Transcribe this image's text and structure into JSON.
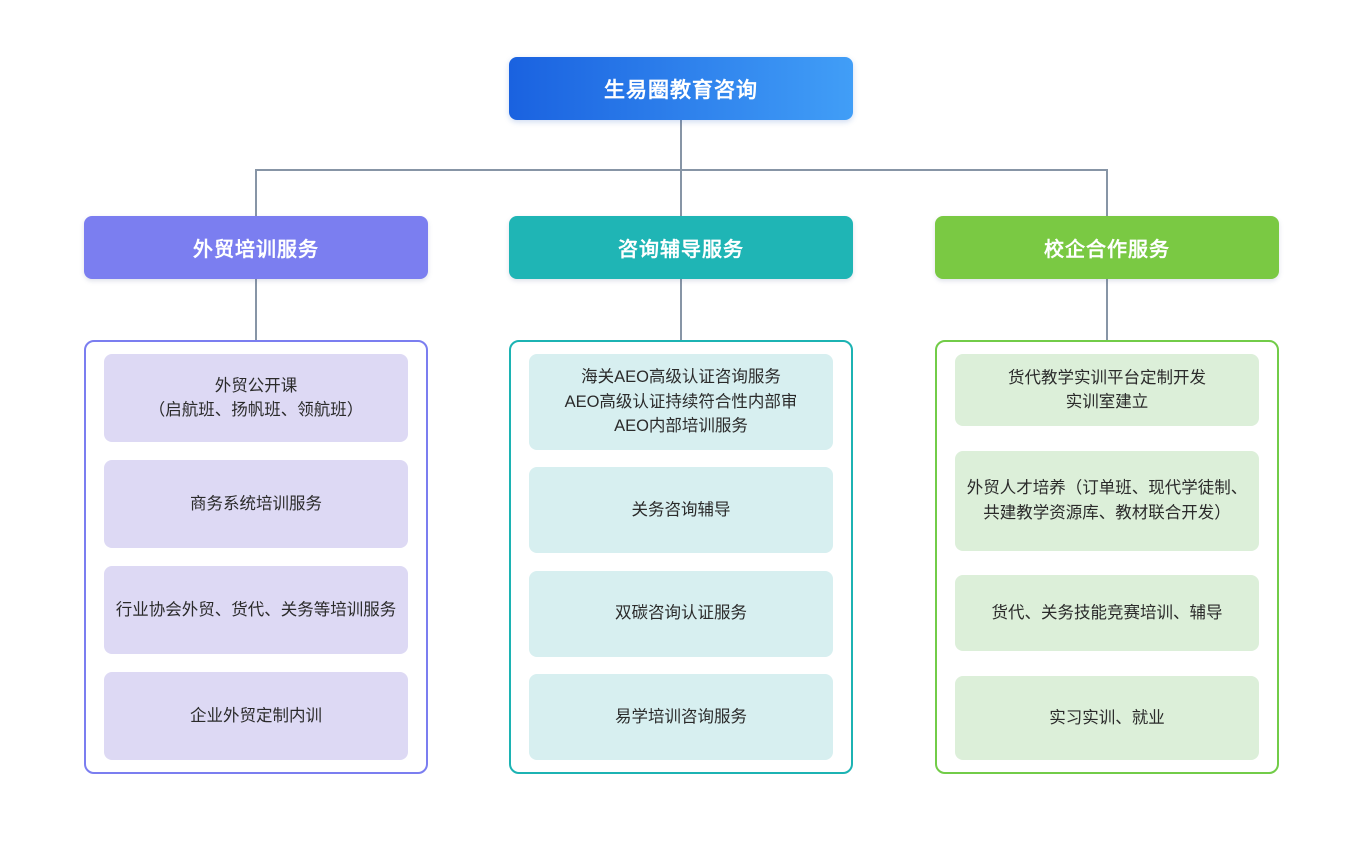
{
  "root": {
    "title": "生易圈教育咨询",
    "gradient_from": "#1a62e0",
    "gradient_to": "#419ef7"
  },
  "connector_color": "#8795a6",
  "branches": [
    {
      "title": "外贸培训服务",
      "header_color": "#7b7ef0",
      "border_color": "#7b7ef0",
      "card_color": "#ddd9f4",
      "items": [
        {
          "label": "外贸公开课\n（启航班、扬帆班、领航班）"
        },
        {
          "label": "商务系统培训服务"
        },
        {
          "label": "行业协会外贸、货代、关务等培训服务"
        },
        {
          "label": "企业外贸定制内训"
        }
      ]
    },
    {
      "title": "咨询辅导服务",
      "header_color": "#1fb5b5",
      "border_color": "#1cb3b3",
      "card_color": "#d7eff0",
      "items": [
        {
          "label": "海关AEO高级认证咨询服务\nAEO高级认证持续符合性内部审\nAEO内部培训服务"
        },
        {
          "label": "关务咨询辅导"
        },
        {
          "label": "双碳咨询认证服务"
        },
        {
          "label": "易学培训咨询服务"
        }
      ]
    },
    {
      "title": "校企合作服务",
      "header_color": "#7ac943",
      "border_color": "#72cc48",
      "card_color": "#dcefd9",
      "items": [
        {
          "label": "货代教学实训平台定制开发\n实训室建立"
        },
        {
          "label": "外贸人才培养（订单班、现代学徒制、共建教学资源库、教材联合开发）"
        },
        {
          "label": "货代、关务技能竞赛培训、辅导"
        },
        {
          "label": "实习实训、就业"
        }
      ]
    }
  ]
}
